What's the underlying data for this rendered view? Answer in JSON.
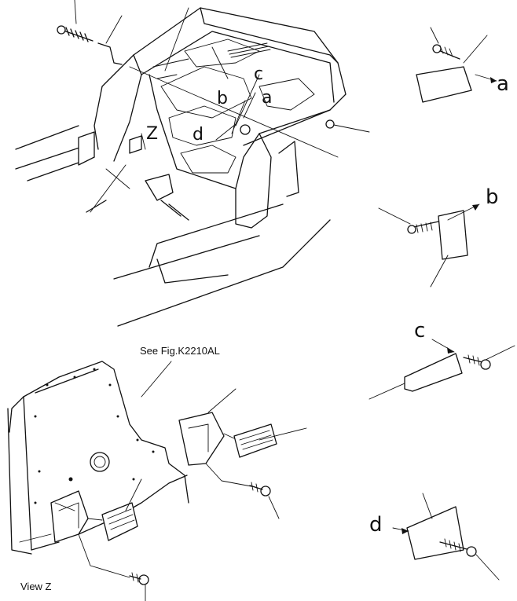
{
  "labels": {
    "a_main": "a",
    "b_main": "b",
    "c_main": "c",
    "d_main": "d",
    "z_main": "Z",
    "a_detail": "a",
    "b_detail": "b",
    "c_detail": "c",
    "d_detail": "d"
  },
  "notes": {
    "see_fig": "See Fig.K2210AL",
    "view_z": "View  Z"
  }
}
